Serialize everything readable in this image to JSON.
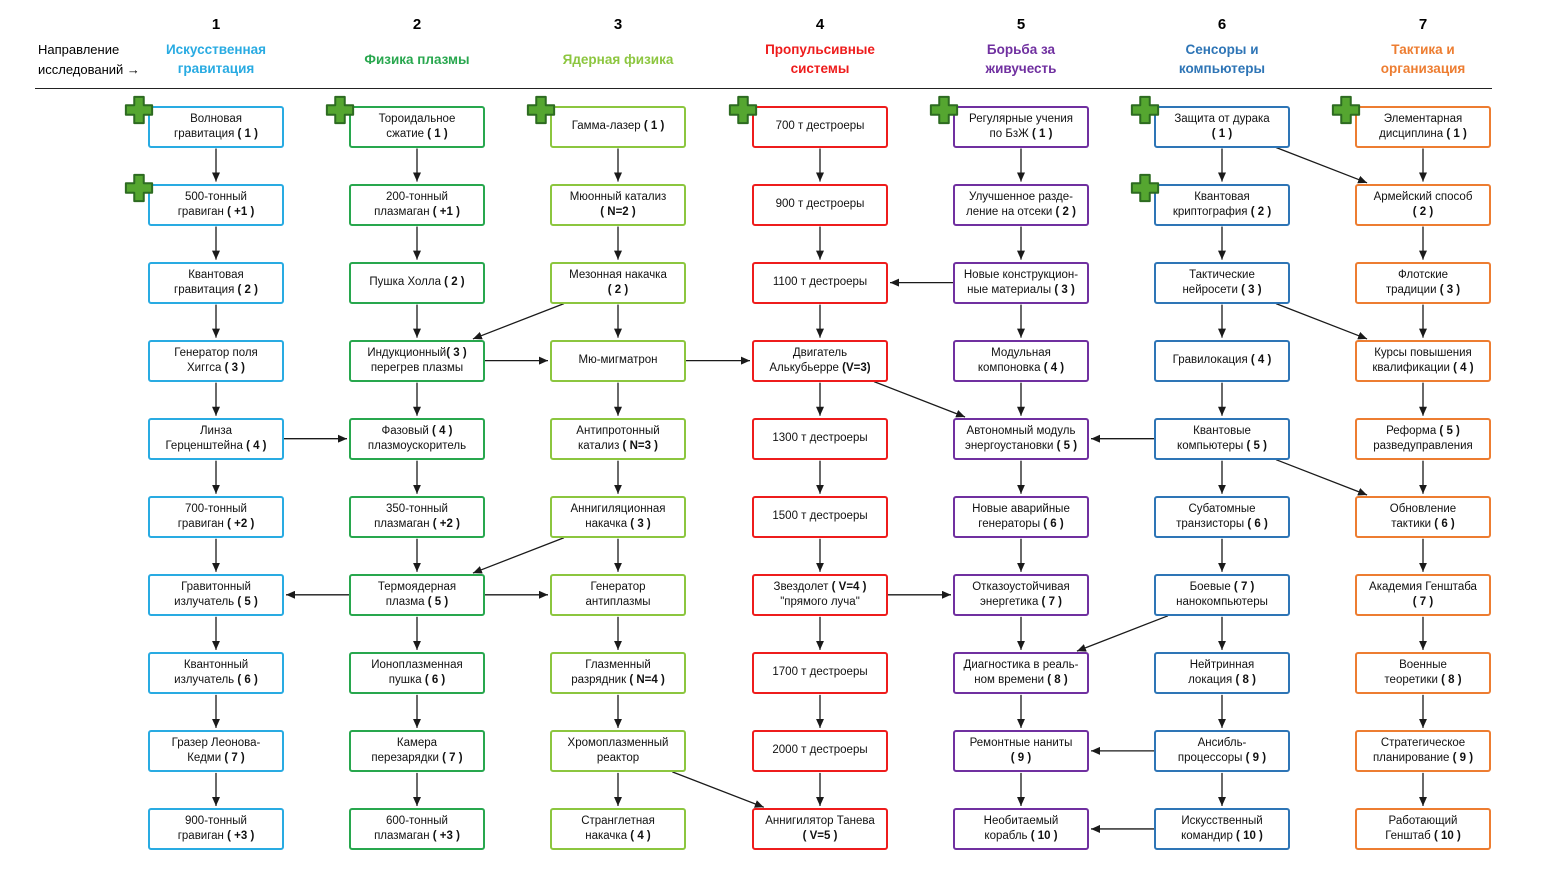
{
  "page": {
    "axis_label": [
      "Направление",
      "исследований →"
    ],
    "arrow_color": "#1a1a1a",
    "plus_fill": "#55a630",
    "plus_stroke": "#2d6b21"
  },
  "columns": [
    {
      "number": "1",
      "title_lines": [
        "Искусственная",
        "гравитация"
      ],
      "color": "#29ABE2",
      "boxes": [
        {
          "lines": [
            "Волновая",
            "гравитация ( 1 )"
          ],
          "plus": true
        },
        {
          "lines": [
            "500-тонный",
            "гравиган ( +1 )"
          ],
          "plus": true
        },
        {
          "lines": [
            "Квантовая",
            "гравитация ( 2 )"
          ]
        },
        {
          "lines": [
            "Генератор поля",
            "Хиггса ( 3 )"
          ]
        },
        {
          "lines": [
            "Линза",
            "Герценштейна ( 4 )"
          ]
        },
        {
          "lines": [
            "700-тонный",
            "гравиган ( +2 )"
          ]
        },
        {
          "lines": [
            "Гравитонный",
            "излучатель ( 5 )"
          ]
        },
        {
          "lines": [
            "Квантонный",
            "излучатель ( 6 )"
          ]
        },
        {
          "lines": [
            "Гразер Леонова-",
            "Кедми ( 7 )"
          ]
        },
        {
          "lines": [
            "900-тонный",
            "гравиган ( +3 )"
          ]
        }
      ]
    },
    {
      "number": "2",
      "title_lines": [
        "Физика плазмы"
      ],
      "color": "#28A74E",
      "boxes": [
        {
          "lines": [
            "Тороидальное",
            "сжатие ( 1 )"
          ],
          "plus": true
        },
        {
          "lines": [
            "200-тонный",
            "плазмаган ( +1 )"
          ]
        },
        {
          "lines": [
            "Пушка Холла ( 2 )"
          ]
        },
        {
          "lines": [
            "Индукционный( 3 )",
            "перегрев плазмы"
          ]
        },
        {
          "lines": [
            "Фазовый ( 4 )",
            "плазмоускоритель"
          ]
        },
        {
          "lines": [
            "350-тонный",
            "плазмаган ( +2 )"
          ]
        },
        {
          "lines": [
            "Термоядерная",
            "плазма ( 5 )"
          ]
        },
        {
          "lines": [
            "Ионоплазменная",
            "пушка ( 6 )"
          ]
        },
        {
          "lines": [
            "Камера",
            "перезарядки ( 7 )"
          ]
        },
        {
          "lines": [
            "600-тонный",
            "плазмаган ( +3 )"
          ]
        }
      ]
    },
    {
      "number": "3",
      "title_lines": [
        "Ядерная физика"
      ],
      "color": "#8CC63F",
      "boxes": [
        {
          "lines": [
            "Гамма-лазер ( 1 )"
          ],
          "plus": true
        },
        {
          "lines": [
            "Мюонный катализ",
            "( N=2 )"
          ]
        },
        {
          "lines": [
            "Мезонная  накачка",
            "( 2 )"
          ]
        },
        {
          "lines": [
            "Мю-мигматрон"
          ]
        },
        {
          "lines": [
            "Антипротонный",
            "катализ ( N=3 )"
          ]
        },
        {
          "lines": [
            "Аннигиляционная",
            "накачка ( 3 )"
          ]
        },
        {
          "lines": [
            "Генератор",
            "антиплазмы"
          ]
        },
        {
          "lines": [
            "Глазменный",
            "разрядник ( N=4 )"
          ]
        },
        {
          "lines": [
            "Хромоплазменный",
            "реактор"
          ]
        },
        {
          "lines": [
            "Странглетная",
            "накачка ( 4 )"
          ]
        }
      ]
    },
    {
      "number": "4",
      "title_lines": [
        "Пропульсивные",
        "системы"
      ],
      "color": "#EE1C1C",
      "boxes": [
        {
          "lines": [
            "700 т дестроеры"
          ],
          "plus": true
        },
        {
          "lines": [
            "900 т дестроеры"
          ]
        },
        {
          "lines": [
            "1100 т дестроеры"
          ]
        },
        {
          "lines": [
            "Двигатель",
            "Алькубьерре (V=3)"
          ]
        },
        {
          "lines": [
            "1300 т дестроеры"
          ]
        },
        {
          "lines": [
            "1500 т дестроеры"
          ]
        },
        {
          "lines": [
            "Звездолет ( V=4 )",
            "\"прямого луча\""
          ]
        },
        {
          "lines": [
            "1700 т дестроеры"
          ]
        },
        {
          "lines": [
            "2000 т дестроеры"
          ]
        },
        {
          "lines": [
            "Аннигилятор Танева",
            "( V=5 )"
          ]
        }
      ]
    },
    {
      "number": "5",
      "title_lines": [
        "Борьба за",
        "живучесть"
      ],
      "color": "#7030A0",
      "boxes": [
        {
          "lines": [
            "Регулярные учения",
            "по БзЖ ( 1 )"
          ],
          "plus": true
        },
        {
          "lines": [
            "Улучшенное разде-",
            "ление на отсеки ( 2 )"
          ]
        },
        {
          "lines": [
            "Новые конструкцион-",
            "ные материалы ( 3 )"
          ]
        },
        {
          "lines": [
            "Модульная",
            "компоновка ( 4 )"
          ]
        },
        {
          "lines": [
            "Автономный модуль",
            "энергоустановки ( 5 )"
          ]
        },
        {
          "lines": [
            "Новые аварийные",
            "генераторы ( 6 )"
          ]
        },
        {
          "lines": [
            "Отказоустойчивая",
            "энергетика ( 7 )"
          ]
        },
        {
          "lines": [
            "Диагностика в реаль-",
            "ном времени ( 8 )"
          ]
        },
        {
          "lines": [
            "Ремонтные  наниты",
            "( 9 )"
          ]
        },
        {
          "lines": [
            "Необитаемый",
            "корабль ( 10 )"
          ]
        }
      ]
    },
    {
      "number": "6",
      "title_lines": [
        "Сенсоры и",
        "компьютеры"
      ],
      "color": "#2E75B6",
      "boxes": [
        {
          "lines": [
            "Защита  от  дурака",
            "( 1 )"
          ],
          "plus": true
        },
        {
          "lines": [
            "Квантовая",
            "криптография ( 2 )"
          ],
          "plus": true
        },
        {
          "lines": [
            "Тактические",
            "нейросети ( 3 )"
          ]
        },
        {
          "lines": [
            "Гравилокация ( 4 )"
          ]
        },
        {
          "lines": [
            "Квантовые",
            "компьютеры ( 5 )"
          ]
        },
        {
          "lines": [
            "Субатомные",
            "транзисторы ( 6 )"
          ]
        },
        {
          "lines": [
            "Боевые ( 7 )",
            "нанокомпьютеры"
          ]
        },
        {
          "lines": [
            "Нейтринная",
            "локация ( 8 )"
          ]
        },
        {
          "lines": [
            "Ансибль-",
            "процессоры ( 9 )"
          ]
        },
        {
          "lines": [
            "Искусственный",
            "командир ( 10 )"
          ]
        }
      ]
    },
    {
      "number": "7",
      "title_lines": [
        "Тактика и",
        "организация"
      ],
      "color": "#ED7D31",
      "boxes": [
        {
          "lines": [
            "Элементарная",
            "дисциплина ( 1 )"
          ],
          "plus": true
        },
        {
          "lines": [
            "Армейский  способ",
            "( 2 )"
          ]
        },
        {
          "lines": [
            "Флотские",
            "традиции ( 3 )"
          ]
        },
        {
          "lines": [
            "Курсы повышения",
            "квалификации ( 4 )"
          ]
        },
        {
          "lines": [
            "Реформа ( 5 )",
            "разведуправления"
          ]
        },
        {
          "lines": [
            "Обновление",
            "тактики ( 6 )"
          ]
        },
        {
          "lines": [
            "Академия Генштаба",
            "( 7 )"
          ]
        },
        {
          "lines": [
            "Военные",
            "теоретики ( 8 )"
          ]
        },
        {
          "lines": [
            "Стратегическое",
            "планирование ( 9 )"
          ]
        },
        {
          "lines": [
            "Работающий",
            "Генштаб ( 10 )"
          ]
        }
      ]
    }
  ],
  "cross_links": [
    {
      "from": [
        3,
        3
      ],
      "to": [
        2,
        4
      ]
    },
    {
      "from": [
        2,
        4
      ],
      "to": [
        3,
        4
      ]
    },
    {
      "from": [
        3,
        4
      ],
      "to": [
        4,
        4
      ]
    },
    {
      "from": [
        4,
        4
      ],
      "to": [
        5,
        5
      ]
    },
    {
      "from": [
        5,
        3
      ],
      "to": [
        4,
        3
      ]
    },
    {
      "from": [
        1,
        5
      ],
      "to": [
        2,
        5
      ]
    },
    {
      "from": [
        3,
        6
      ],
      "to": [
        2,
        7
      ]
    },
    {
      "from": [
        2,
        7
      ],
      "to": [
        1,
        7
      ]
    },
    {
      "from": [
        2,
        7
      ],
      "to": [
        3,
        7
      ]
    },
    {
      "from": [
        4,
        7
      ],
      "to": [
        5,
        7
      ]
    },
    {
      "from": [
        6,
        5
      ],
      "to": [
        5,
        5
      ]
    },
    {
      "from": [
        6,
        5
      ],
      "to": [
        7,
        6
      ]
    },
    {
      "from": [
        6,
        7
      ],
      "to": [
        5,
        8
      ]
    },
    {
      "from": [
        6,
        9
      ],
      "to": [
        5,
        9
      ]
    },
    {
      "from": [
        6,
        10
      ],
      "to": [
        5,
        10
      ]
    },
    {
      "from": [
        6,
        1
      ],
      "to": [
        7,
        2
      ]
    },
    {
      "from": [
        6,
        3
      ],
      "to": [
        7,
        4
      ]
    },
    {
      "from": [
        3,
        9
      ],
      "to": [
        4,
        10
      ]
    }
  ]
}
